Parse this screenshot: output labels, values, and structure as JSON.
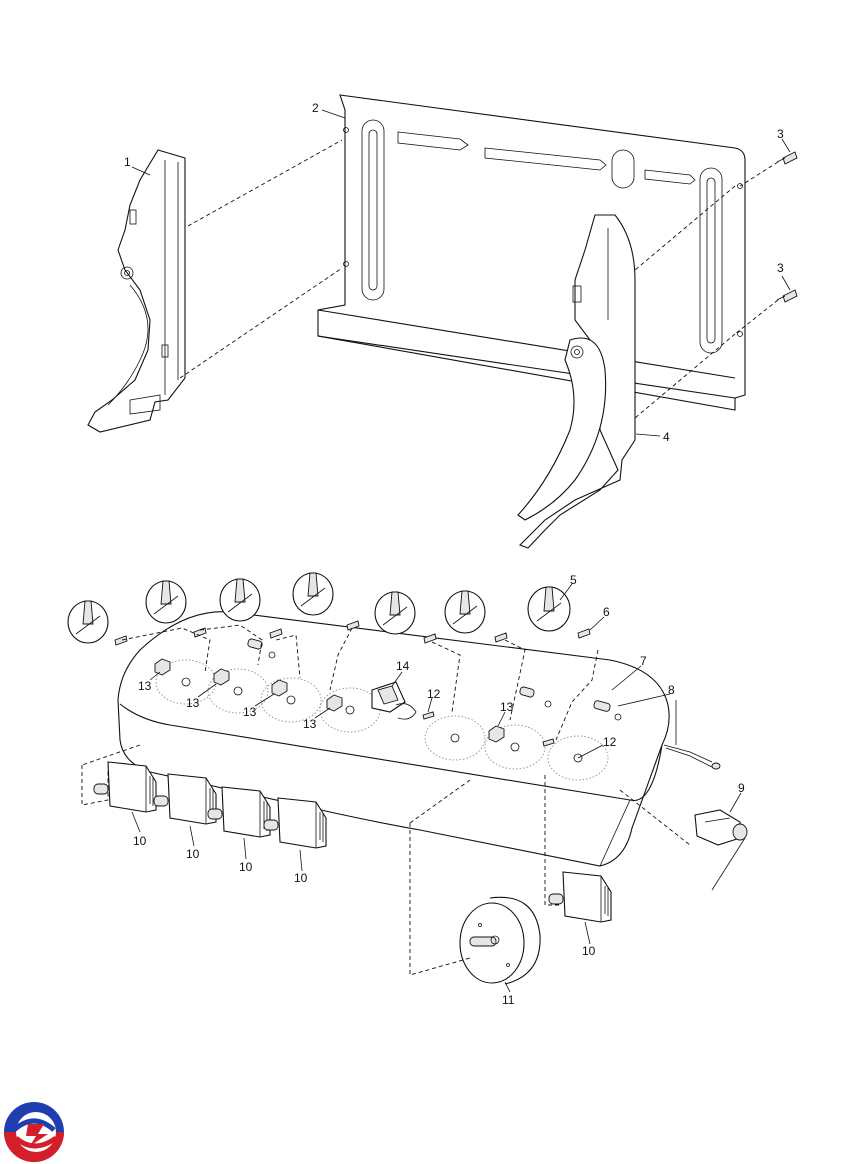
{
  "part_labels": [
    "1",
    "2",
    "3",
    "3",
    "4",
    "5",
    "6",
    "7",
    "8",
    "9",
    "10",
    "10",
    "10",
    "10",
    "10",
    "11",
    "12",
    "12",
    "13",
    "13",
    "13",
    "13",
    "13",
    "14"
  ],
  "brand": {
    "logo_icon": "brand-logo-icon",
    "colors": [
      "#1f3fb0",
      "#d41f2a"
    ]
  }
}
